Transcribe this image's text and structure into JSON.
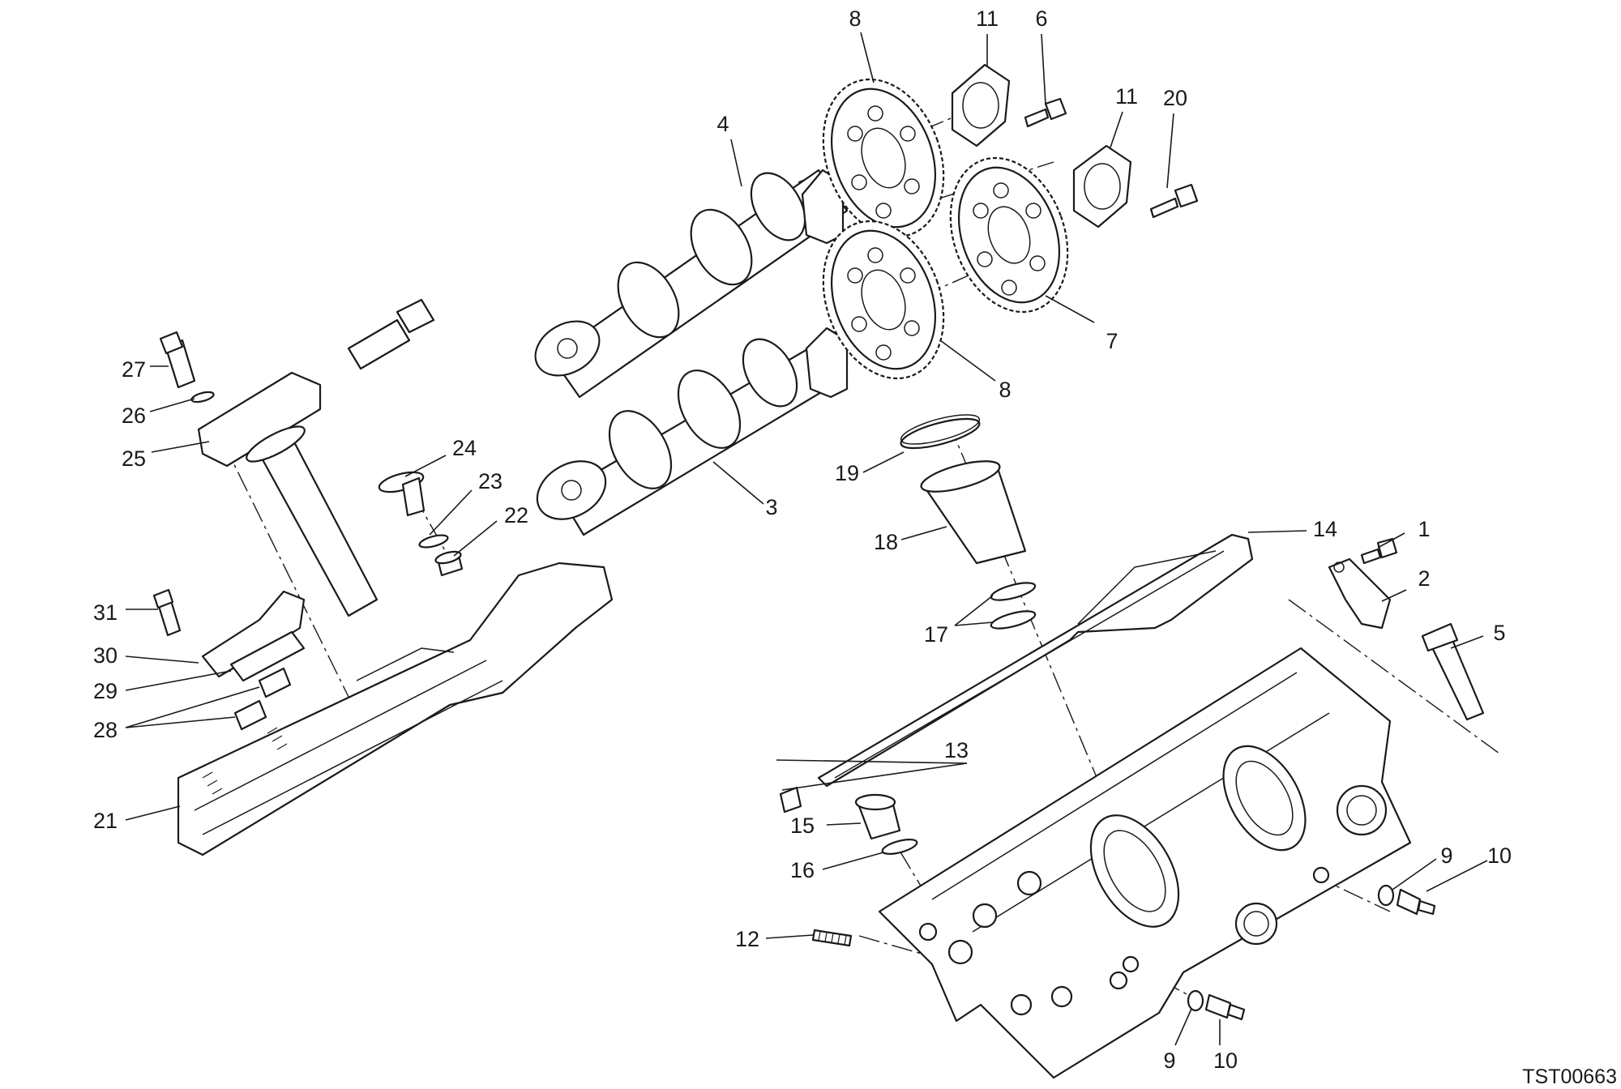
{
  "drawing_code": "TST00663",
  "callouts": [
    {
      "label": "8"
    },
    {
      "label": "11"
    },
    {
      "label": "6"
    },
    {
      "label": "11"
    },
    {
      "label": "20"
    },
    {
      "label": "4"
    },
    {
      "label": "7"
    },
    {
      "label": "8"
    },
    {
      "label": "27"
    },
    {
      "label": "26"
    },
    {
      "label": "25"
    },
    {
      "label": "24"
    },
    {
      "label": "23"
    },
    {
      "label": "22"
    },
    {
      "label": "3"
    },
    {
      "label": "19"
    },
    {
      "label": "18"
    },
    {
      "label": "14"
    },
    {
      "label": "1"
    },
    {
      "label": "2"
    },
    {
      "label": "17"
    },
    {
      "label": "5"
    },
    {
      "label": "31"
    },
    {
      "label": "30"
    },
    {
      "label": "29"
    },
    {
      "label": "28"
    },
    {
      "label": "13"
    },
    {
      "label": "21"
    },
    {
      "label": "15"
    },
    {
      "label": "16"
    },
    {
      "label": "9"
    },
    {
      "label": "10"
    },
    {
      "label": "12"
    },
    {
      "label": "9"
    },
    {
      "label": "10"
    }
  ]
}
